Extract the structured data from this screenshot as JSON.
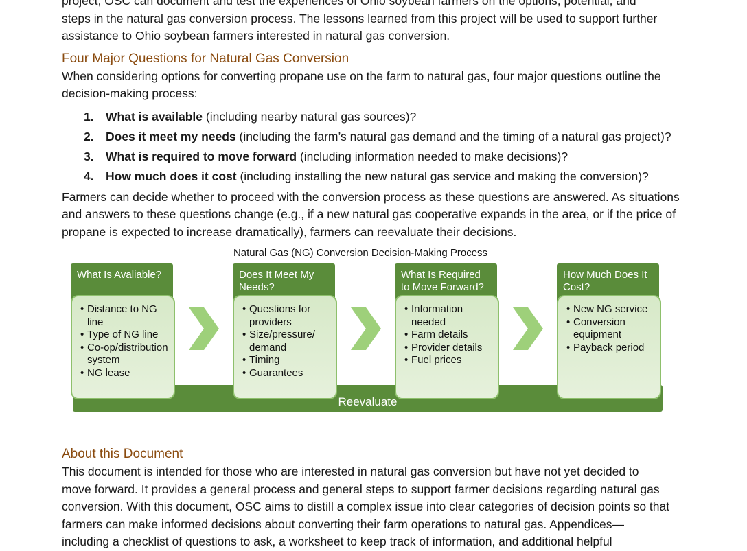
{
  "intro_lines": [
    "project, OSC can document and test the experiences of Ohio soybean farmers on the options, potential, and",
    "steps in the natural gas conversion process. The lessons learned from this project will be used to support further",
    "assistance to Ohio soybean farmers interested in natural gas conversion."
  ],
  "questions_section": {
    "heading": "Four Major Questions for Natural Gas Conversion",
    "intro": "When considering options for converting propane use on the farm to natural gas, four major questions outline the decision-making process:",
    "items": [
      {
        "num": "1.",
        "bold": "What is available",
        "rest": " (including nearby natural gas sources)?"
      },
      {
        "num": "2.",
        "bold": "Does it meet my needs",
        "rest": " (including the farm’s natural gas demand and the timing of a natural gas project)?"
      },
      {
        "num": "3.",
        "bold": "What is required to move forward",
        "rest": " (including information needed to make decisions)?"
      },
      {
        "num": "4.",
        "bold": "How much does it cost",
        "rest": " (including installing the new natural gas service and making the conversion)?"
      }
    ],
    "followup": "Farmers can decide whether to proceed with the conversion process as these questions are answered. As situations and answers to these questions change (e.g., if a new natural gas cooperative expands in the area, or if the price of propane is expected to increase dramatically), farmers can reevaluate their decisions."
  },
  "diagram": {
    "title": "Natural Gas (NG) Conversion Decision-Making Process",
    "reevaluate_label": "Reevaluate",
    "accent_color": "#5a8c3a",
    "light_color": "#d7e9c8",
    "arrow_color": "#9ed07a",
    "steps": [
      {
        "heading": "What Is Avaliable?",
        "bullets": [
          "Distance to NG line",
          "Type of NG line",
          "Co-op/distribution system",
          "NG lease"
        ]
      },
      {
        "heading": "Does It Meet My Needs?",
        "bullets": [
          "Questions for providers",
          "Size/pressure/ demand",
          "Timing",
          "Guarantees"
        ]
      },
      {
        "heading": "What Is Required to Move Forward?",
        "bullets": [
          "Information needed",
          "Farm details",
          "Provider details",
          "Fuel prices"
        ]
      },
      {
        "heading": "How Much Does It Cost?",
        "bullets": [
          "New NG service",
          "Conversion equipment",
          "Payback period"
        ]
      }
    ]
  },
  "about_section": {
    "heading": "About this Document",
    "body_lines": [
      "This document is intended for those who are interested in natural gas conversion but have not yet decided to",
      "move forward. It provides a general process and general steps to support farmer decisions regarding natural gas",
      "conversion. With this document, OSC aims to distill a complex issue into clear categories of decision points so that",
      "farmers can make informed decisions about converting their farm operations to natural gas. Appendices—",
      "including a checklist of questions to ask, a worksheet to keep track of information, and additional helpful"
    ]
  }
}
